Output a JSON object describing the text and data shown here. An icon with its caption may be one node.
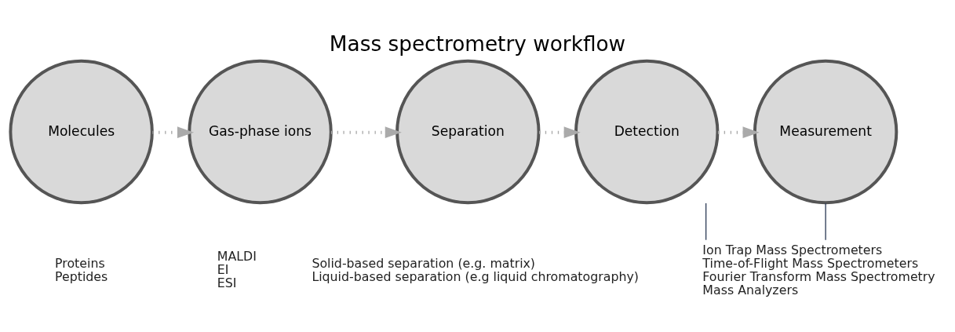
{
  "diagram": {
    "title": "Mass spectrometry workflow",
    "nodes": [
      {
        "text": [
          "Molecules"
        ],
        "beside": [
          "Proteins",
          "Peptides"
        ]
      },
      {
        "text": [
          "Gas-phase ions"
        ],
        "beside": [
          "MALDI",
          "EI",
          "ESI"
        ]
      },
      {
        "text": [
          "Separation"
        ],
        "beside": [
          "Solid-based separation (e.g. matrix)",
          "Liquid-based separation (e.g liquid chromatography)"
        ]
      },
      {
        "text": [
          "Detection"
        ]
      },
      {
        "text": [
          "Measurement"
        ]
      },
      {
        "text": [
          "Ion Trap Mass Spectrometers",
          "Time-of-Flight Mass Spectrometers",
          "Fourier Transform Mass Spectrometry",
          "Mass Analyzers"
        ]
      }
    ],
    "edges": [
      {
        "from": 0,
        "to": 1,
        "arrow": "to",
        "style": "dashed"
      },
      {
        "from": 1,
        "to": 2,
        "arrow": "to",
        "style": "dashed"
      },
      {
        "from": 2,
        "to": 3,
        "arrow": "to",
        "style": "dashed"
      },
      {
        "from": 3,
        "to": 4,
        "arrow": "to",
        "style": "dashed"
      },
      {
        "from": 3,
        "to": 5,
        "arrow": "none",
        "color": "#2b3a55"
      },
      {
        "from": 4,
        "to": 5,
        "arrow": "none",
        "color": "#2b3a55"
      }
    ]
  }
}
